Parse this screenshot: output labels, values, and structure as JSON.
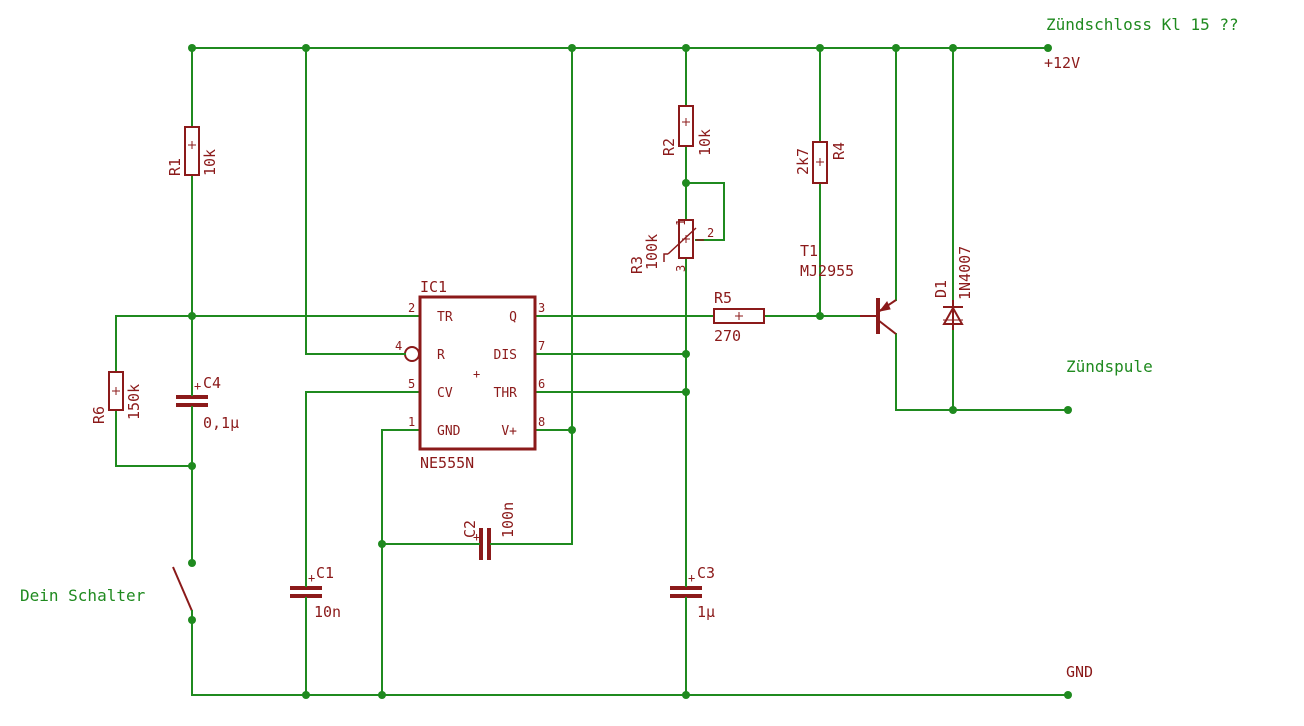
{
  "nets": {
    "ignition": "Zündschloss Kl 15 ??",
    "supply": "+12V",
    "coil": "Zündspule",
    "ground": "GND",
    "switch": "Dein Schalter"
  },
  "ic": {
    "name": "IC1",
    "value": "NE555N",
    "pins": {
      "tr": {
        "num": "2",
        "name": "TR"
      },
      "r": {
        "num": "4",
        "name": "R"
      },
      "cv": {
        "num": "5",
        "name": "CV"
      },
      "gnd": {
        "num": "1",
        "name": "GND"
      },
      "q": {
        "num": "3",
        "name": "Q"
      },
      "dis": {
        "num": "7",
        "name": "DIS"
      },
      "thr": {
        "num": "6",
        "name": "THR"
      },
      "vcc": {
        "num": "8",
        "name": "V+"
      }
    }
  },
  "components": {
    "r1": {
      "name": "R1",
      "value": "10k"
    },
    "r2": {
      "name": "R2",
      "value": "10k"
    },
    "r3": {
      "name": "R3",
      "value": "100k",
      "pin1": "1",
      "pin2": "2",
      "pin3": "3"
    },
    "r4": {
      "name": "R4",
      "value": "2k7"
    },
    "r5": {
      "name": "R5",
      "value": "270"
    },
    "r6": {
      "name": "R6",
      "value": "150k"
    },
    "c1": {
      "name": "C1",
      "value": "10n"
    },
    "c2": {
      "name": "C2",
      "value": "100n"
    },
    "c3": {
      "name": "C3",
      "value": "1µ"
    },
    "c4": {
      "name": "C4",
      "value": "0,1µ"
    },
    "t1": {
      "name": "T1",
      "value": "MJ2955"
    },
    "d1": {
      "name": "D1",
      "value": "1N4007"
    }
  }
}
